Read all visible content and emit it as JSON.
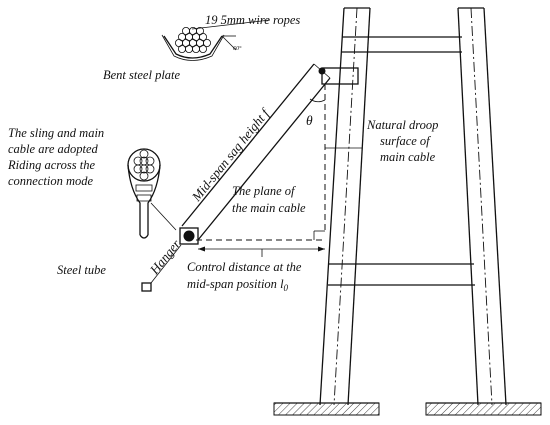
{
  "labels": {
    "wire_ropes": "19 5mm wire ropes",
    "bent_plate": "Bent steel plate",
    "angle_small": "60°",
    "sling_line1": "The sling and main",
    "sling_line2": "cable are adopted",
    "sling_line3": "Riding  across  the",
    "sling_line4": "connection mode",
    "sag_height": "Mid-span sag height f",
    "theta": "θ",
    "natural_line1": "Natural droop",
    "natural_line2": "surface of",
    "natural_line3": "main cable",
    "plane_line1": "The plane of",
    "plane_line2": "the main cable",
    "hanger": "Hanger",
    "steel_tube": "Steel tube",
    "control_line1": "Control distance at the",
    "control_line2_prefix": "mid-span position ",
    "control_symbol": "l",
    "control_subscript": "0"
  },
  "colors": {
    "ink": "#111111",
    "ground_hatch": "#444444",
    "background": "#ffffff"
  }
}
